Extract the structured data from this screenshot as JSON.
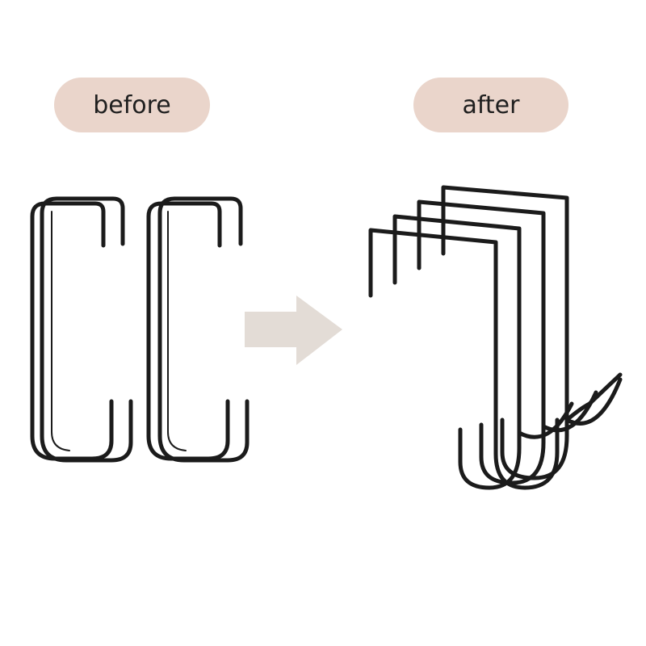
{
  "labels": {
    "before": "before",
    "after": "after"
  },
  "colors": {
    "pill": "#ead5cb",
    "arrow": "#e3dcd6",
    "hook": "#1b1b1b"
  },
  "scene": {
    "before_hook_pairs": 2,
    "after_hooks": 4,
    "arrow_direction": "right"
  }
}
